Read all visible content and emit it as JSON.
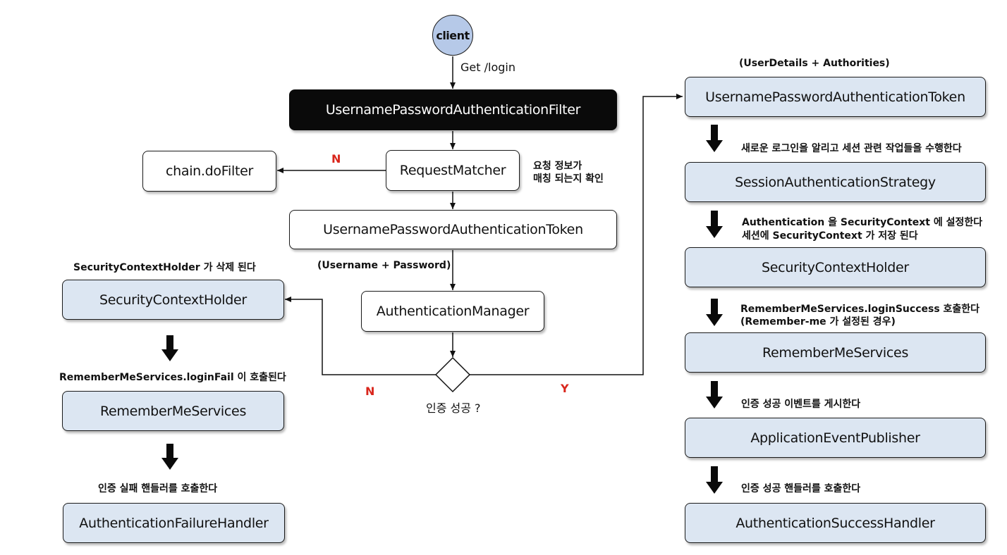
{
  "client": "client",
  "get_login": "Get /login",
  "filter": "UsernamePasswordAuthenticationFilter",
  "request_matcher": "RequestMatcher",
  "request_matcher_note": [
    "요청 정보가",
    "매칭 되는지 확인"
  ],
  "chain_do_filter": "chain.doFilter",
  "n_top": "N",
  "token_center": "UsernamePasswordAuthenticationToken",
  "token_center_note": "(Username + Password)",
  "auth_manager": "AuthenticationManager",
  "decision": "인증 성공 ?",
  "n_bottom": "N",
  "y_label": "Y",
  "left": {
    "note1": "SecurityContextHolder 가 삭제 된다",
    "box1": "SecurityContextHolder",
    "note2": "RememberMeServices.loginFail 이 호출된다",
    "box2": "RememberMeServices",
    "note3": "인증 실패 핸들러를 호출한다",
    "box3": "AuthenticationFailureHandler"
  },
  "right": {
    "note0": "(UserDetails + Authorities)",
    "box0": "UsernamePasswordAuthenticationToken",
    "note1": "새로운 로그인을 알리고 세션 관련 작업들을 수행한다",
    "box1": "SessionAuthenticationStrategy",
    "note2": [
      "Authentication 을 SecurityContext 에 설정한다",
      "세션에 SecurityContext 가 저장 된다"
    ],
    "box2": "SecurityContextHolder",
    "note3": [
      "RememberMeServices.loginSuccess 호출한다",
      "(Remember-me 가 설정된 경우)"
    ],
    "box3": "RememberMeServices",
    "note4": "인증 성공 이벤트를 게시한다",
    "box4": "ApplicationEventPublisher",
    "note5": "인증 성공 핸들러를 호출한다",
    "box5": "AuthenticationSuccessHandler"
  }
}
